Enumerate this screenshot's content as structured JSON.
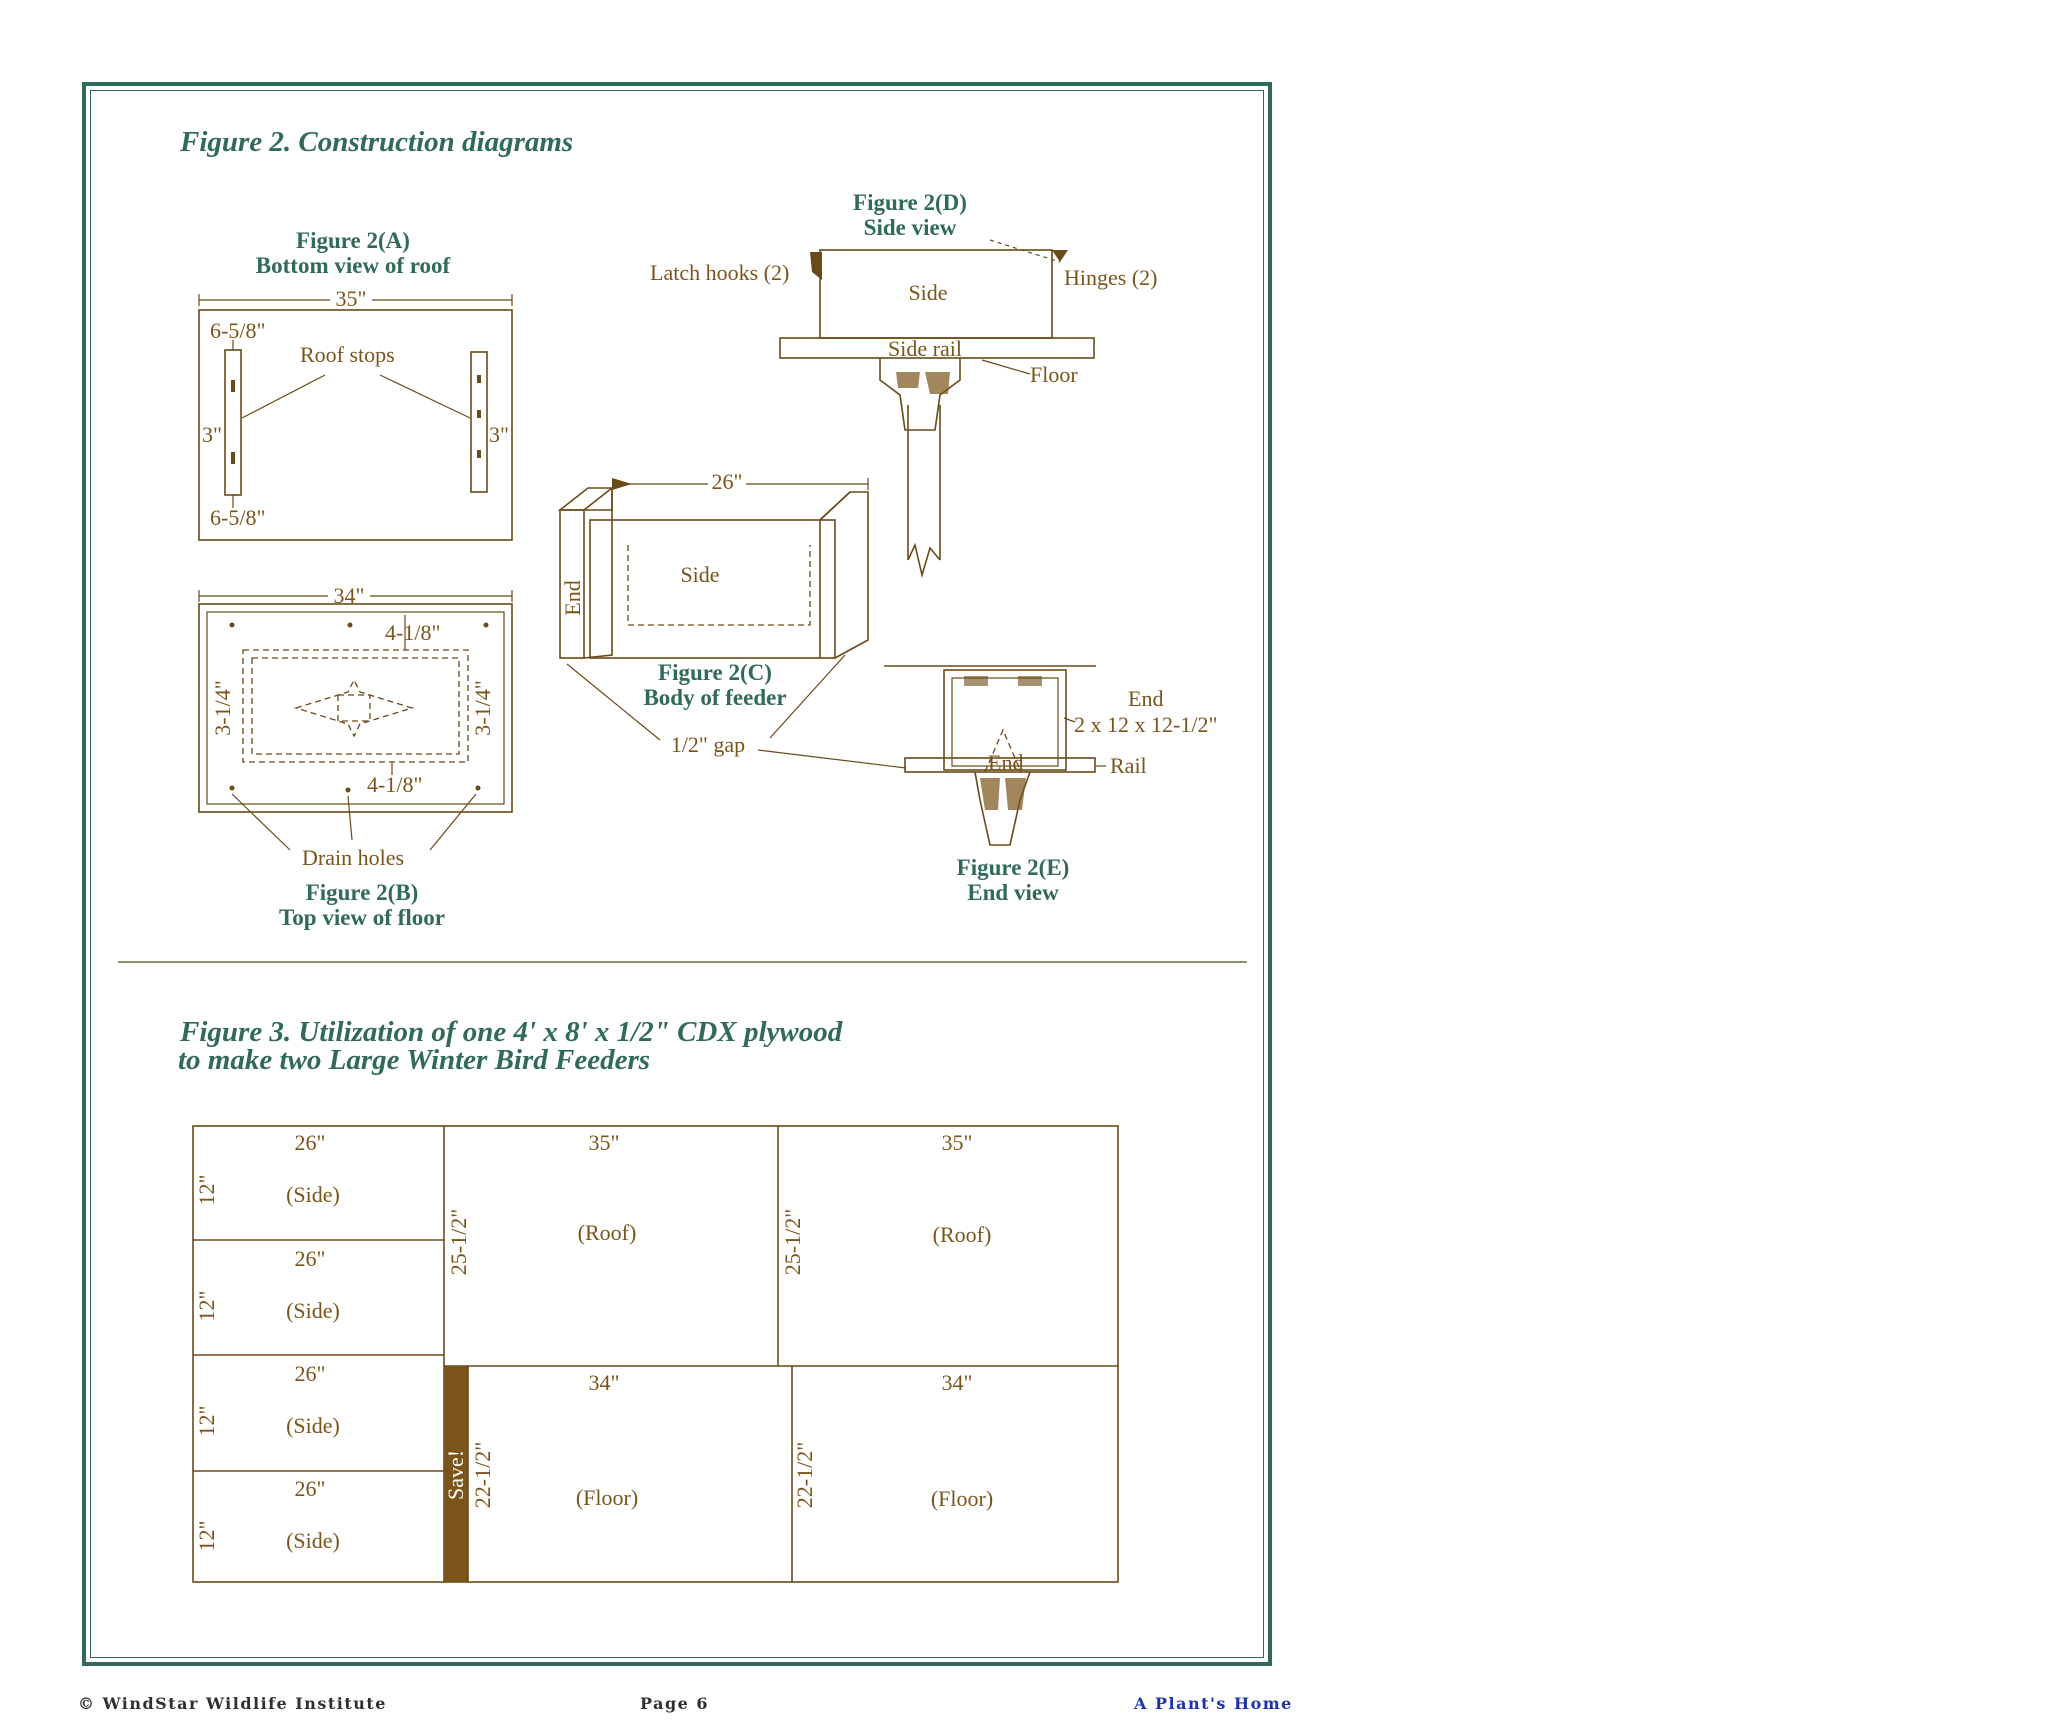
{
  "figure2": {
    "title": "Figure 2. Construction diagrams",
    "a": {
      "title": "Figure 2(A)",
      "subtitle": "Bottom view of roof",
      "width": "35\"",
      "top_gap": "6-5/8\"",
      "bottom_gap": "6-5/8\"",
      "stops": "Roof stops",
      "left_dim": "3\"",
      "right_dim": "3\""
    },
    "b": {
      "title": "Figure 2(B)",
      "subtitle": "Top view of floor",
      "width": "34\"",
      "top_dim": "4-1/8\"",
      "bottom_dim": "4-1/8\"",
      "left_dim": "3-1/4\"",
      "right_dim": "3-1/4\"",
      "holes": "Drain holes"
    },
    "c": {
      "title": "Figure 2(C)",
      "subtitle": "Body of feeder",
      "width": "26\"",
      "side": "Side",
      "end": "End",
      "gap": "1/2\" gap"
    },
    "d": {
      "title": "Figure 2(D)",
      "subtitle": "Side view",
      "latch": "Latch hooks (2)",
      "hinges": "Hinges (2)",
      "side": "Side",
      "rail": "Side rail",
      "floor": "Floor"
    },
    "e": {
      "title": "Figure 2(E)",
      "subtitle": "End view",
      "end": "End",
      "end_dims": "2 x 12 x 12-1/2\"",
      "rail": "Rail",
      "inner_end": "End"
    }
  },
  "figure3": {
    "title_line1": "Figure 3. Utilization of one 4' x 8' x 1/2\" CDX plywood",
    "title_line2": "to make two Large Winter Bird Feeders",
    "side_width": "26\"",
    "side_height": "12\"",
    "side_label": "(Side)",
    "roof_width": "35\"",
    "roof_height": "25-1/2\"",
    "roof_label": "(Roof)",
    "floor_width": "34\"",
    "floor_height": "22-1/2\"",
    "floor_label": "(Floor)",
    "save_label": "Save!"
  },
  "footer": {
    "left": "© WindStar Wildlife Institute",
    "center": "Page 6",
    "right": "A Plant's Home"
  },
  "colors": {
    "frame": "#2f6b55",
    "ink": "#7a5418",
    "save": "#7a5418",
    "footer_link": "#1c31b8"
  }
}
